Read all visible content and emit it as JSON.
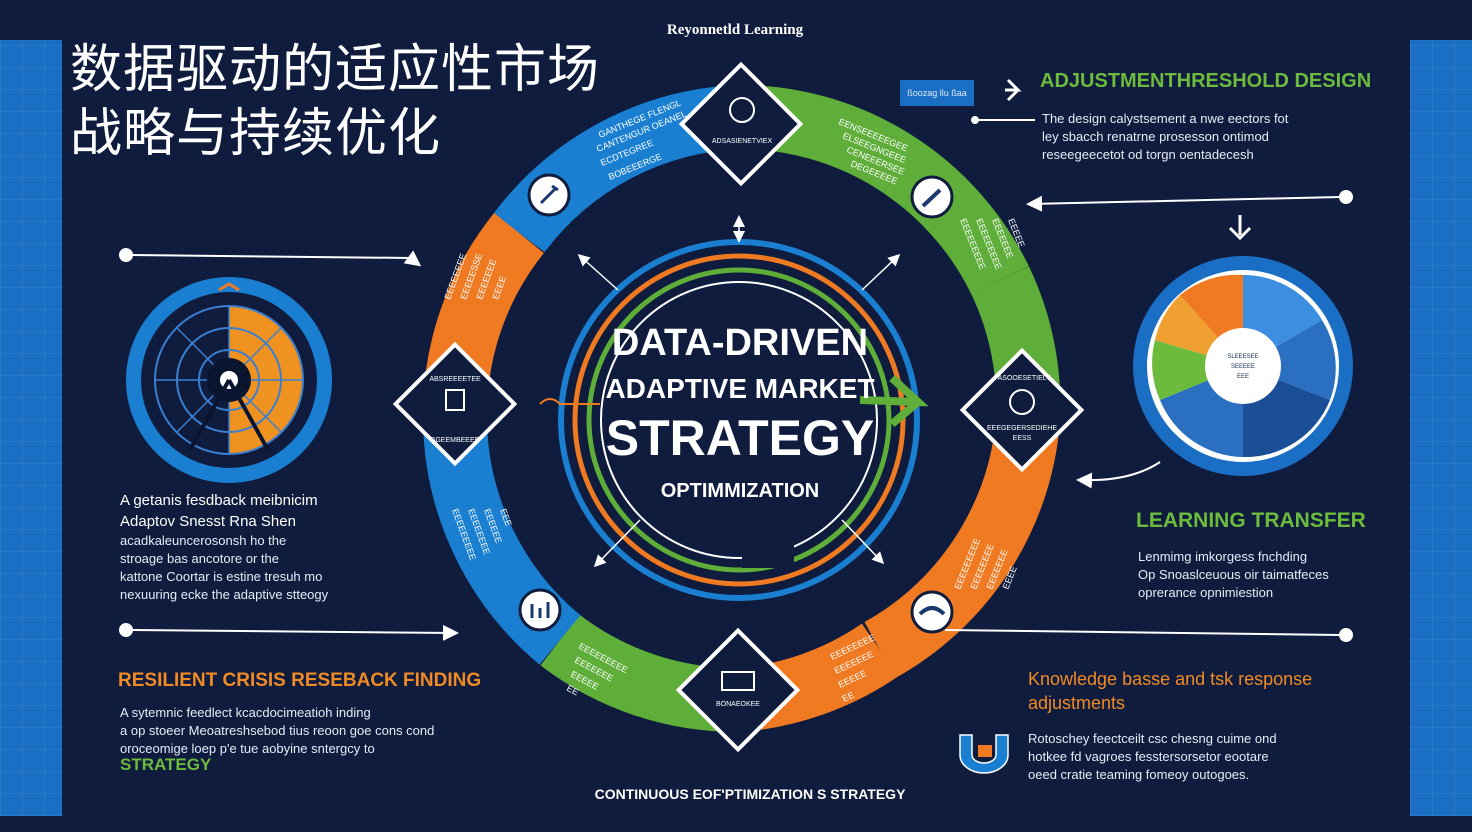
{
  "title_zh": [
    "数据驱动的适应性市场",
    "战略与持续优化"
  ],
  "top_label": "Reyonnetld Learning",
  "bottom_label": "CONTINUOUS EOF'PTIMIZATION S STRATEGY",
  "center": {
    "line1": "DATA-DRIVEN",
    "line2": "ADAPTIVE MARKET",
    "line3": "STRATEGY",
    "line4": "OPTIMMIZATION"
  },
  "badge": "ßoozag llu ßaa",
  "right_top": {
    "title": "ADJUSTMENTHRESHOLD DESIGN",
    "lines": [
      "The design calystsement a nwe eectors fot",
      "ley sbacch renatrne prosesson ontimod",
      "reseegeecetot od torgn oentadecesh"
    ]
  },
  "left_mid": {
    "lines_big": [
      "A getanis fesdback meibnicim",
      "Adaptov Snesst Rna Shen"
    ],
    "lines": [
      "acadkaleuncerosonsh ho the",
      "stroage bas ancotore or the",
      "kattone Coortar is estine tresuh mo",
      "nexuuring ecke the adaptive stteogy"
    ]
  },
  "left_bottom": {
    "title": "RESILIENT CRISIS RESEBACK FINDING",
    "lines": [
      "A sytemnic feedlect kcacdocimeatioh inding",
      "a op stoeer Meoatreshsebod tius reoon goe cons cond",
      "oroceomige loep p'e tue aobyine sntergcy to"
    ],
    "strategy": "STRATEGY"
  },
  "right_mid": {
    "title": "LEARNING TRANSFER",
    "lines": [
      "Lenmimg imkorgess fnchding",
      "Op Snoaslceuous oir taimatfeces",
      "oprerance opnimiestion"
    ]
  },
  "right_bottom": {
    "title": [
      "Knowledge basse and tsk response",
      "adjustments"
    ],
    "lines": [
      "Rotoschey feectceilt csc chesng cuime ond",
      "hotkee fd vagroes fesstersorsetor eootare",
      "oeed cratie teaming fomeoy outogoes."
    ]
  },
  "diamonds": {
    "top": "ADSASIENETVIEX",
    "left_top": "ABSREEEETEE",
    "left_bottom": "BGEEMBEEEE",
    "right_top": "ASOOESETIELT",
    "right_bottom": "EEEGEGERSEDIEHE",
    "right_bottom2": "EESS",
    "bottom": "BONAEOKEE"
  },
  "ring_labels": {
    "blue_top": [
      "GANTHEGE FLENGL",
      "CANTENGUR OEANEL",
      "ECDTEGREE",
      "BOBEEERGE"
    ],
    "green_top": [
      "EENSEEEEEGEE",
      "ELSEEGNGEEE",
      "CENEEERSEE",
      "DEGEEEEE"
    ],
    "orange_left": [
      "EEEEEEEE",
      "EEEEESSE",
      "EEEEEEE",
      "EEEE"
    ],
    "green_right": [
      "EEEEEEEEE",
      "EEEEEEEEE",
      "EEEEEEE",
      "EEEEE"
    ],
    "blue_left": [
      "EEEEEEEEE",
      "EEEEEEEE",
      "EEEEEE",
      "EEE"
    ],
    "orange_right": [
      "EEEEEEEEE",
      "EEEEEEEE",
      "EEEEEEE",
      "EEEE"
    ],
    "green_bottom": [
      "EEEEEEEEE",
      "EEEEEEE",
      "EEEEE",
      "EE"
    ],
    "orange_bottom": [
      "EEEEEEEE",
      "EEEEEEE",
      "EEEEE",
      "EE"
    ]
  },
  "pie_center": [
    "SLEEESEE",
    "SEEEEE",
    "EEE"
  ],
  "colors": {
    "navy": "#0f1c3d",
    "blue": "#1a7fd0",
    "green": "#6dbb3d",
    "orange": "#f07a22",
    "white": "#ffffff"
  }
}
